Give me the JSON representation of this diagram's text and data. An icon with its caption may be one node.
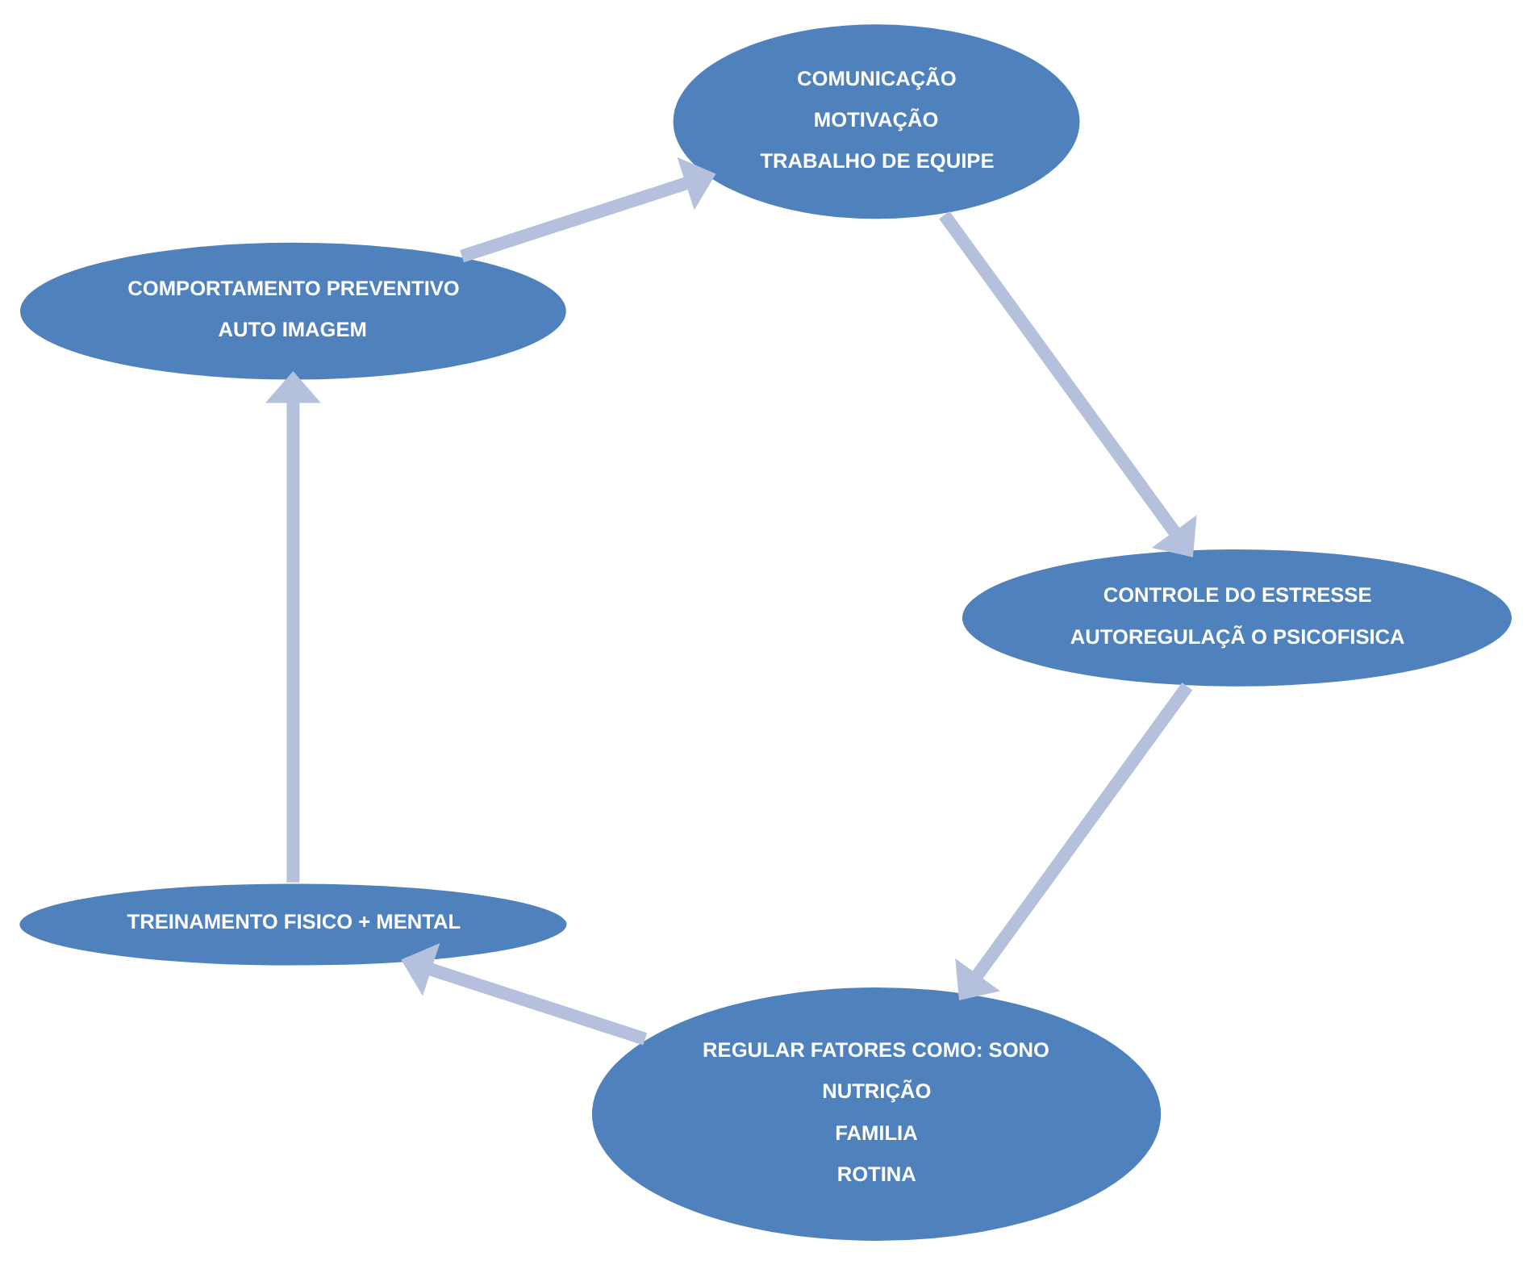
{
  "diagram": {
    "nodes": [
      {
        "text": [
          "REGULAR FATORES COMO: SONO",
          "NUTRIÇÃO",
          "FAMILIA",
          "ROTINA"
        ]
      },
      {
        "text": [
          "CONTROLE DO ESTRESSE",
          "AUTOREGULAÇÃ O PSICOFISICA"
        ]
      },
      {
        "text": [
          "TREINAMENTO FISICO + MENTAL"
        ]
      },
      {
        "text": [
          "COMUNICAÇÃO",
          "MOTIVAÇÃO",
          "TRABALHO DE EQUIPE"
        ]
      },
      {
        "text": [
          "COMPORTAMENTO PREVENTIVO",
          "AUTO IMAGEM"
        ]
      }
    ],
    "edges": [
      {
        "from": 0,
        "to": 2,
        "arrow": "to"
      },
      {
        "from": 2,
        "to": 4,
        "arrow": "to"
      },
      {
        "from": 4,
        "to": 3,
        "arrow": "to"
      },
      {
        "from": 3,
        "to": 1,
        "arrow": "to"
      },
      {
        "from": 1,
        "to": 0,
        "arrow": "to"
      }
    ]
  }
}
